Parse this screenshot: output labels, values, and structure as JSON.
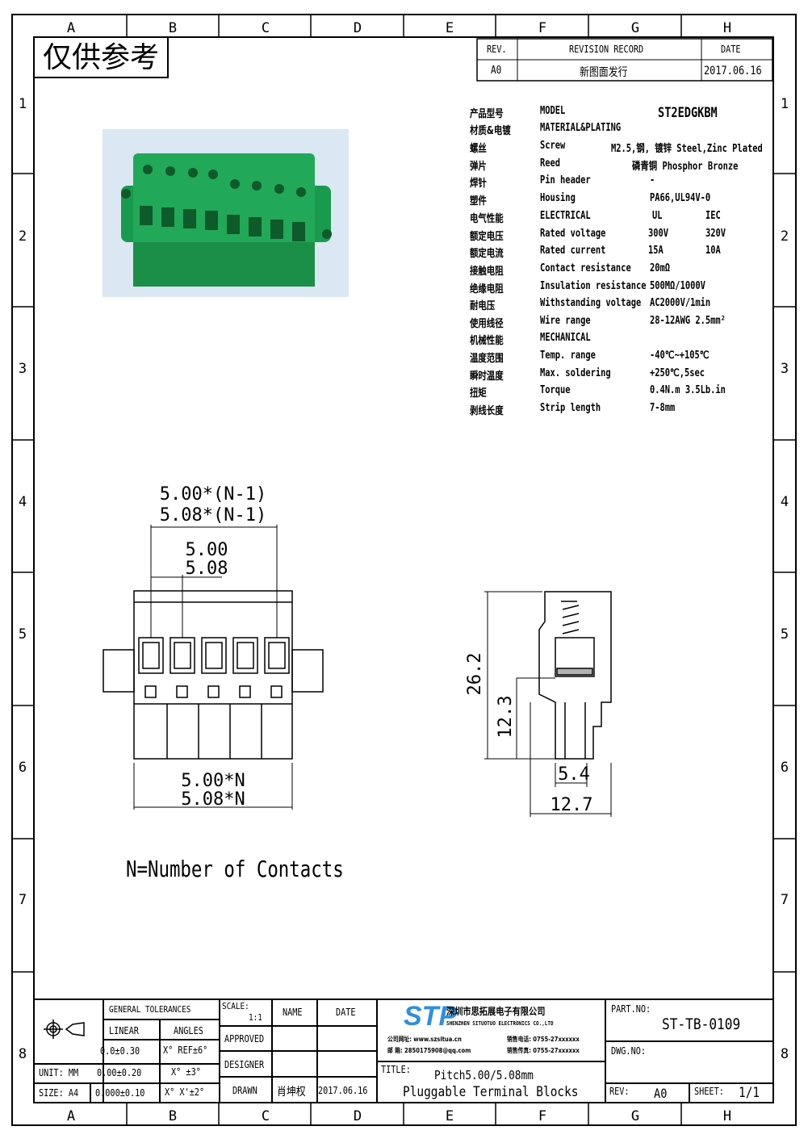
{
  "frame": {
    "columns": [
      "A",
      "B",
      "C",
      "D",
      "E",
      "F",
      "G",
      "H"
    ],
    "rows": [
      "1",
      "2",
      "3",
      "4",
      "5",
      "6",
      "7",
      "8"
    ]
  },
  "stamp": "仅供参考",
  "revision": {
    "rev_label": "REV.",
    "record_label": "REVISION RECORD",
    "date_label": "DATE",
    "rev": "A0",
    "record": "新图面发行",
    "date": "2017.06.16"
  },
  "specs": [
    {
      "cn": "产品型号",
      "en": "MODEL",
      "v1": "ST2EDGKBM"
    },
    {
      "cn": "材质&电镀",
      "en": "MATERIAL&PLATING",
      "v1": ""
    },
    {
      "cn": "螺丝",
      "en": "Screw",
      "v1": "M2.5,钢, 镀锌 Steel,Zinc Plated"
    },
    {
      "cn": "弹片",
      "en": "Reed",
      "v1": "磷青铜 Phosphor Bronze"
    },
    {
      "cn": "焊针",
      "en": "Pin header",
      "v1": "-"
    },
    {
      "cn": "塑件",
      "en": "Housing",
      "v1": "PA66,UL94V-0"
    },
    {
      "cn": "电气性能",
      "en": "ELECTRICAL",
      "v1": "UL",
      "v2": "IEC"
    },
    {
      "cn": "额定电压",
      "en": "Rated voltage",
      "v1": "300V",
      "v2": "320V"
    },
    {
      "cn": "额定电流",
      "en": "Rated current",
      "v1": "15A",
      "v2": "10A"
    },
    {
      "cn": "接触电阻",
      "en": "Contact resistance",
      "v1": "20mΩ"
    },
    {
      "cn": "绝缘电阻",
      "en": "Insulation resistance",
      "v1": "500MΩ/1000V"
    },
    {
      "cn": "耐电压",
      "en": "Withstanding voltage",
      "v1": "AC2000V/1min"
    },
    {
      "cn": "使用线径",
      "en": "Wire range",
      "v1": "28-12AWG 2.5mm²"
    },
    {
      "cn": "机械性能",
      "en": "MECHANICAL",
      "v1": ""
    },
    {
      "cn": "温度范围",
      "en": "Temp. range",
      "v1": "-40℃~+105℃"
    },
    {
      "cn": "瞬时温度",
      "en": "Max. soldering",
      "v1": "+250℃,5sec"
    },
    {
      "cn": "扭矩",
      "en": "Torque",
      "v1": "0.4N.m 3.5Lb.in"
    },
    {
      "cn": "剥线长度",
      "en": "Strip length",
      "v1": "7-8mm"
    }
  ],
  "dims": {
    "pitch_n1_a": "5.00*(N-1)",
    "pitch_n1_b": "5.08*(N-1)",
    "pitch_a": "5.00",
    "pitch_b": "5.08",
    "width_a": "5.00*N",
    "width_b": "5.08*N",
    "height": "26.2",
    "h2": "12.3",
    "w1": "5.4",
    "w2": "12.7"
  },
  "note": "N=Number of Contacts",
  "title_block": {
    "general_tolerances": "GENERAL TOLERANCES",
    "linear": "LINEAR",
    "angles": "ANGLES",
    "tol": [
      [
        "0.0±0.30",
        "X° REF±6°"
      ],
      [
        "0.00±0.20",
        "X° ±3°"
      ],
      [
        "0.000±0.10",
        "X° X'±2°"
      ]
    ],
    "unit": "UNIT: MM",
    "size": "SIZE: A4",
    "scale_label": "SCALE:",
    "scale": "1:1",
    "name": "NAME",
    "date": "DATE",
    "approved": "APPROVED",
    "designer": "DESIGNER",
    "drawn": "DRAWN",
    "drawn_name": "肖坤权",
    "drawn_date": "2017.06.16",
    "logo": "STP",
    "company_cn": "深圳市思拓展电子有限公司",
    "company_en": "SHENZHEN SITUOTUO ELECTRONICS CO.,LTD",
    "contact": [
      "公司网址: www.szsitua.cn",
      "邮 箱: 2850175908@qq.com",
      "销售电话: 0755-27xxxxxx",
      "销售传真: 0755-27xxxxxx"
    ],
    "title_label": "TITLE:",
    "title1": "Pitch5.00/5.08mm",
    "title2": "Pluggable Terminal Blocks",
    "part_label": "PART.NO:",
    "part": "ST-TB-0109",
    "dwg_label": "DWG.NO:",
    "rev_label": "REV:",
    "rev": "A0",
    "sheet_label": "SHEET:",
    "sheet": "1/1"
  }
}
